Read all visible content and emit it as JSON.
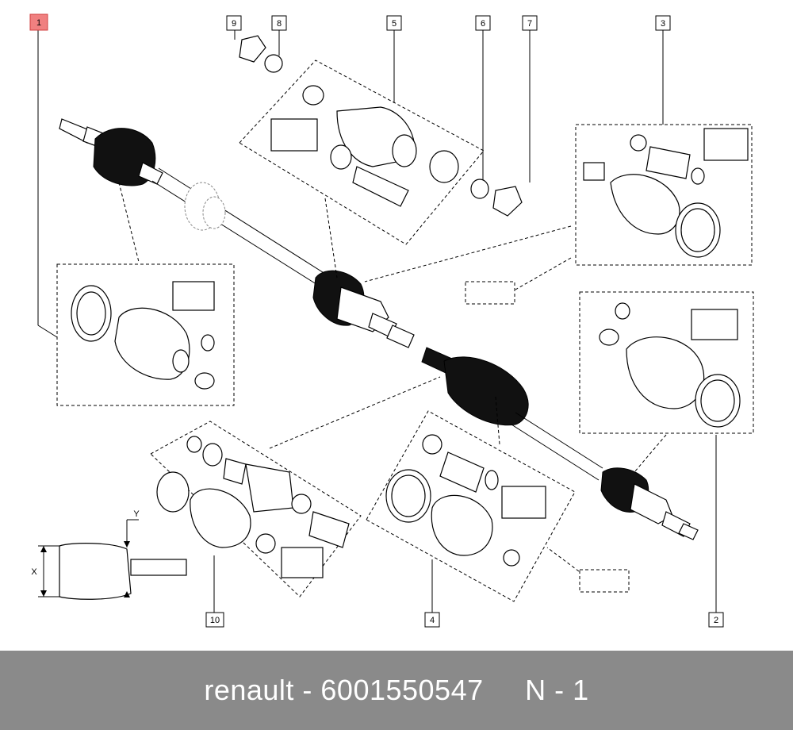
{
  "callouts": {
    "c1": "1",
    "c2": "2",
    "c3": "3",
    "c4": "4",
    "c5": "5",
    "c6": "6",
    "c7": "7",
    "c8": "8",
    "c9": "9",
    "c10": "10"
  },
  "dimension_labels": {
    "x": "X",
    "y": "Y"
  },
  "footer": {
    "brand": "renault",
    "separator": " - ",
    "part_number": "6001550547",
    "sheet": "N - 1"
  },
  "colors": {
    "footer_bg": "#8a8a8a",
    "highlight": "#f08080",
    "ink": "#000000"
  }
}
